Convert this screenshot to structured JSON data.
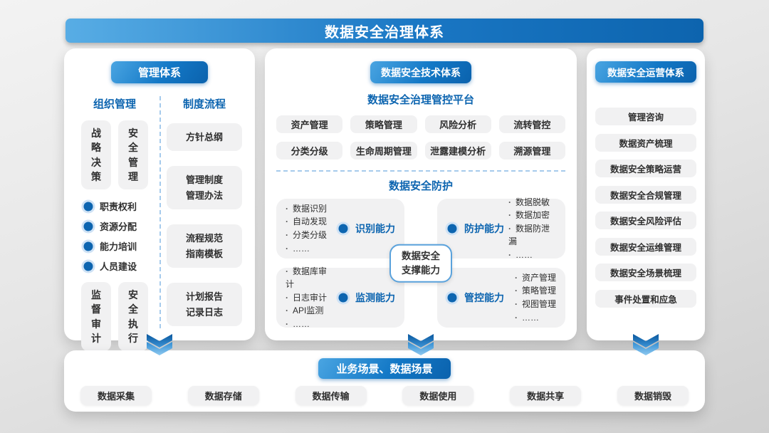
{
  "title": "数据安全治理体系",
  "management": {
    "header": "管理体系",
    "org": {
      "header": "组织管理",
      "top_boxes": [
        "战略决策",
        "安全管理"
      ],
      "bullets": [
        "职责权利",
        "资源分配",
        "能力培训",
        "人员建设"
      ],
      "bottom_boxes": [
        "监督审计",
        "安全执行"
      ]
    },
    "process": {
      "header": "制度流程",
      "items": [
        [
          "方针总纲"
        ],
        [
          "管理制度",
          "管理办法"
        ],
        [
          "流程规范",
          "指南模板"
        ],
        [
          "计划报告",
          "记录日志"
        ]
      ]
    }
  },
  "technology": {
    "header": "数据安全技术体系",
    "platform": {
      "title": "数据安全治理管控平台",
      "row1": [
        "资产管理",
        "策略管理",
        "风险分析",
        "流转管控"
      ],
      "row2": [
        "分类分级",
        "生命周期管理",
        "泄露建模分析",
        "溯源管理"
      ]
    },
    "protection": {
      "title": "数据安全防护",
      "support_badge": [
        "数据安全",
        "支撑能力"
      ],
      "capabilities": [
        {
          "label": "识别能力",
          "items": [
            "数据识别",
            "自动发现",
            "分类分级",
            "……"
          ]
        },
        {
          "label": "防护能力",
          "items": [
            "数据脱敏",
            "数据加密",
            "数据防泄漏",
            "……"
          ]
        },
        {
          "label": "监测能力",
          "items": [
            "数据库审计",
            "日志审计",
            "API监测",
            "……"
          ]
        },
        {
          "label": "管控能力",
          "items": [
            "资产管理",
            "策略管理",
            "视图管理",
            "……"
          ]
        }
      ]
    }
  },
  "operations": {
    "header": "数据安全运营体系",
    "items": [
      "管理咨询",
      "数据资产梳理",
      "数据安全策略运营",
      "数据安全合规管理",
      "数据安全风险评估",
      "数据安全运维管理",
      "数据安全场景梳理",
      "事件处置和应急"
    ]
  },
  "scenarios": {
    "header": "业务场景、数据场景",
    "items": [
      "数据采集",
      "数据存储",
      "数据传输",
      "数据使用",
      "数据共享",
      "数据销毁"
    ]
  },
  "colors": {
    "primary_blue": "#0d65b0",
    "light_blue": "#4aa5e2",
    "pill_gray": "#f1f1f2",
    "text_dark": "#2f2f2f",
    "dashed_line": "#a6cbec"
  }
}
